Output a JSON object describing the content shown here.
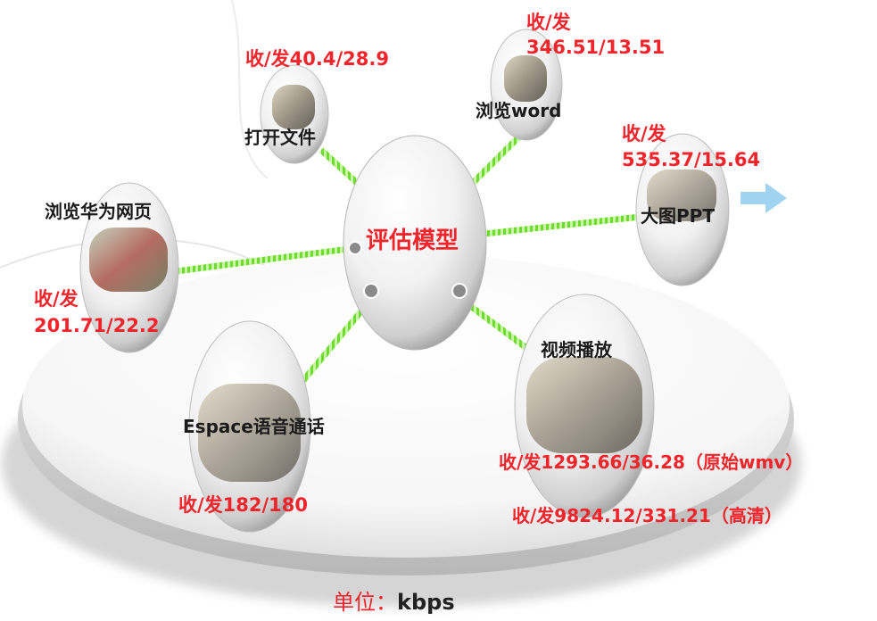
{
  "center": {
    "title": "评估模型"
  },
  "nodes": [
    {
      "name": "打开文件",
      "rate": "收/发40.4/28.9"
    },
    {
      "name": "浏览word",
      "rate_line1": "收/发",
      "rate_line2": "346.51/13.51"
    },
    {
      "name": "大图PPT",
      "rate_line1": "收/发",
      "rate_line2": "535.37/15.64"
    },
    {
      "name": "浏览华为网页",
      "rate_line1": "收/发",
      "rate_line2": "201.71/22.2"
    },
    {
      "name": "Espace语音通话",
      "rate": "收/发182/180"
    },
    {
      "name": "视频播放",
      "rate_original": "收/发1293.66/36.28（原始wmv）",
      "rate_hd": "收/发9824.12/331.21（高清）"
    }
  ],
  "unit": {
    "label": "单位：",
    "value": "kbps"
  },
  "colors": {
    "accent": "#f0242b",
    "link": "#6ddc2c",
    "arrow": "#9fd3ef"
  }
}
